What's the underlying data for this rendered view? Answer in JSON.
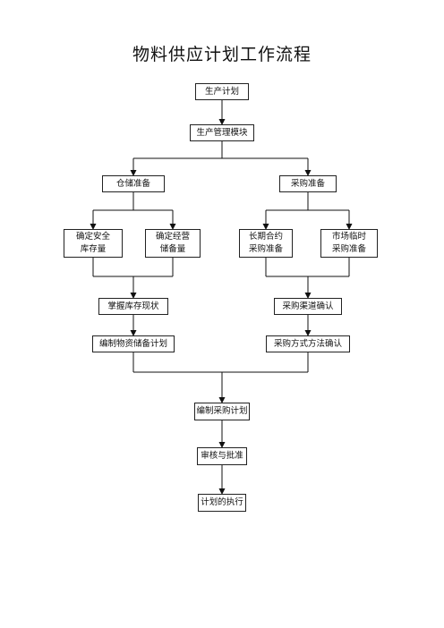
{
  "title": "物料供应计划工作流程",
  "nodes": {
    "production_plan": "生产计划",
    "production_module": "生产管理模块",
    "warehouse_prep": "仓储准备",
    "purchase_prep": "采购准备",
    "safety_stock": [
      "确定安全",
      "库存量"
    ],
    "operating_stock": [
      "确定经营",
      "储备量"
    ],
    "long_term_contract": [
      "长期合约",
      "采购准备"
    ],
    "spot_market": [
      "市场临时",
      "采购准备"
    ],
    "inventory_status": "掌握库存现状",
    "channel_confirm": "采购渠道确认",
    "material_reserve_plan": "编制物资储备计划",
    "method_confirm": "采购方式方法确认",
    "purchase_plan": "编制采购计划",
    "review_approve": "审核与批准",
    "plan_execution": "计划的执行"
  }
}
